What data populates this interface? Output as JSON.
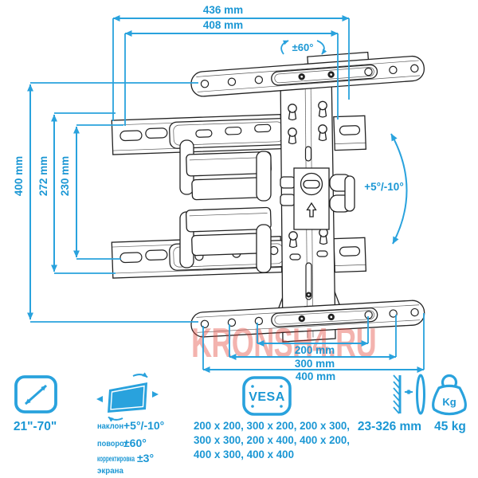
{
  "title": "TV wall mount bracket dimensional diagram",
  "colors": {
    "accent_blue": "#1b97d4",
    "line_blue": "#29a2dd",
    "art_black": "#222222",
    "watermark_red": "#e0392e",
    "background": "#ffffff"
  },
  "dims": {
    "top": [
      "436 mm",
      "408 mm"
    ],
    "left": [
      "400 mm",
      "272 mm",
      "230 mm"
    ],
    "bottom": [
      "200 mm",
      "300 mm",
      "400 mm"
    ],
    "swivel": "±60°",
    "tilt": "+5°/-10°"
  },
  "watermark": {
    "text": "KRONSH4.RU"
  },
  "specs": {
    "screen_size": "21\"-70\"",
    "adjustments": [
      {
        "label": "наклон",
        "value": "+5°/-10°"
      },
      {
        "label": "поворот",
        "value": "±60°"
      },
      {
        "label": "корректировка",
        "label2": "экрана",
        "value": "±3°"
      }
    ],
    "vesa_badge": "VESA",
    "vesa_sizes": [
      "200 x 200, 300 x 200, 200 x 300,",
      "300 x 300, 200 x 400, 400 x 200,",
      "400 x 300, 400 x 400"
    ],
    "wall_distance": "23-326 mm",
    "max_weight": "45 kg",
    "kg_label": "Kg"
  }
}
